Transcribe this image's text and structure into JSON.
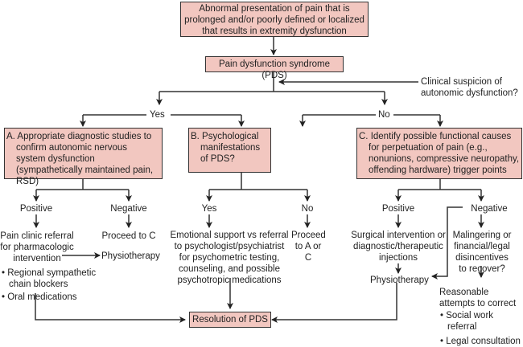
{
  "diagram": {
    "type": "flowchart",
    "nodes": {
      "start": "Abnormal presentation of pain that is prolonged and/or poorly defined or localized that results in extremity dysfunction",
      "pds": "Pain dysfunction syndrome (PDS)",
      "question": "Clinical suspicion of autonomic dysfunction?",
      "yes": "Yes",
      "no": "No",
      "a_box": "A. Appropriate diagnostic studies to confirm autonomic nervous system dysfunction (sympathetically maintained pain, RSD)",
      "b_box": "B. Psychological manifestations of PDS?",
      "c_box": "C. Identify possible functional causes for perpetuation of pain (e.g., nonunions, compressive neuropathy, offending hardware) trigger points",
      "a_positive": "Positive",
      "a_negative": "Negative",
      "a_pos_action": "Pain clinic referral for pharmacologic intervention",
      "a_neg_action": "Proceed to C",
      "a_physio": "Physiotherapy",
      "a_bullets": [
        "Regional sympathetic chain blockers",
        "Oral medications"
      ],
      "b_yes": "Yes",
      "b_no": "No",
      "b_yes_action": "Emotional support vs referral to psychologist/psychiatrist for psychometric testing, counseling, and possible psychotropic medications",
      "b_no_action": "Proceed to A or C",
      "c_positive": "Positive",
      "c_negative": "Negative",
      "c_pos_action": "Surgical intervention or diagnostic/therapeutic injections",
      "c_physio": "Physiotherapy",
      "c_neg_question": "Malingering or financial/legal disincentives to recover?",
      "c_neg_action": "Reasonable attempts to correct",
      "c_bullets": [
        "Social work referral",
        "Legal consultation"
      ],
      "resolution": "Resolution of PDS"
    },
    "colors": {
      "box_fill": "#f2c7c0",
      "line": "#333333"
    }
  }
}
